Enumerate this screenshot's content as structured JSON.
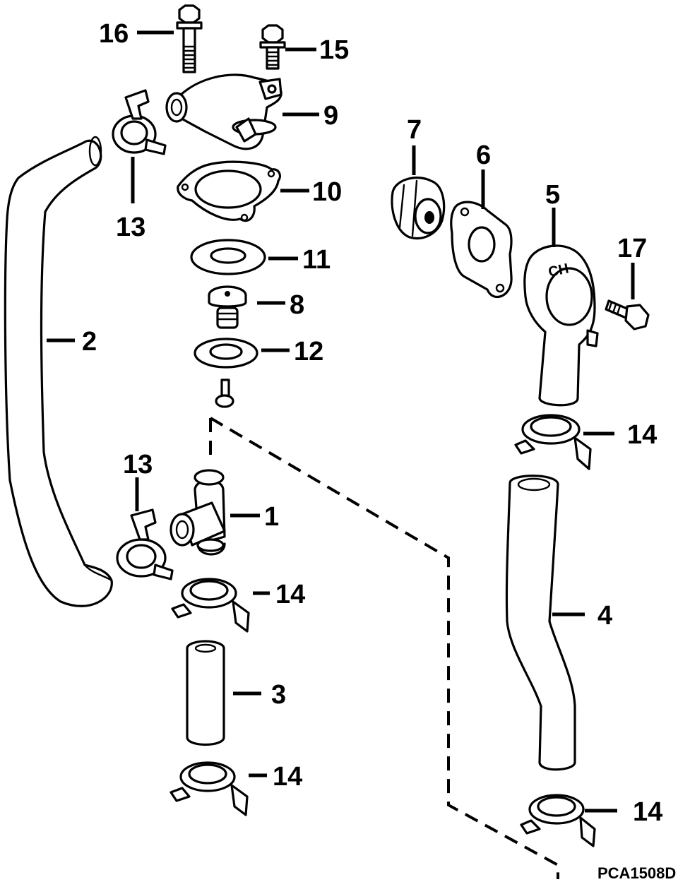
{
  "diagram": {
    "figure_code": "PCA1508D",
    "housing_mark": "CH",
    "callouts": {
      "c1": "1",
      "c2": "2",
      "c3": "3",
      "c4": "4",
      "c5": "5",
      "c6": "6",
      "c7": "7",
      "c8": "8",
      "c9": "9",
      "c10": "10",
      "c11": "11",
      "c12": "12",
      "c13a": "13",
      "c13b": "13",
      "c14a": "14",
      "c14b": "14",
      "c14c": "14",
      "c14d": "14",
      "c15": "15",
      "c16": "16",
      "c17": "17"
    }
  }
}
